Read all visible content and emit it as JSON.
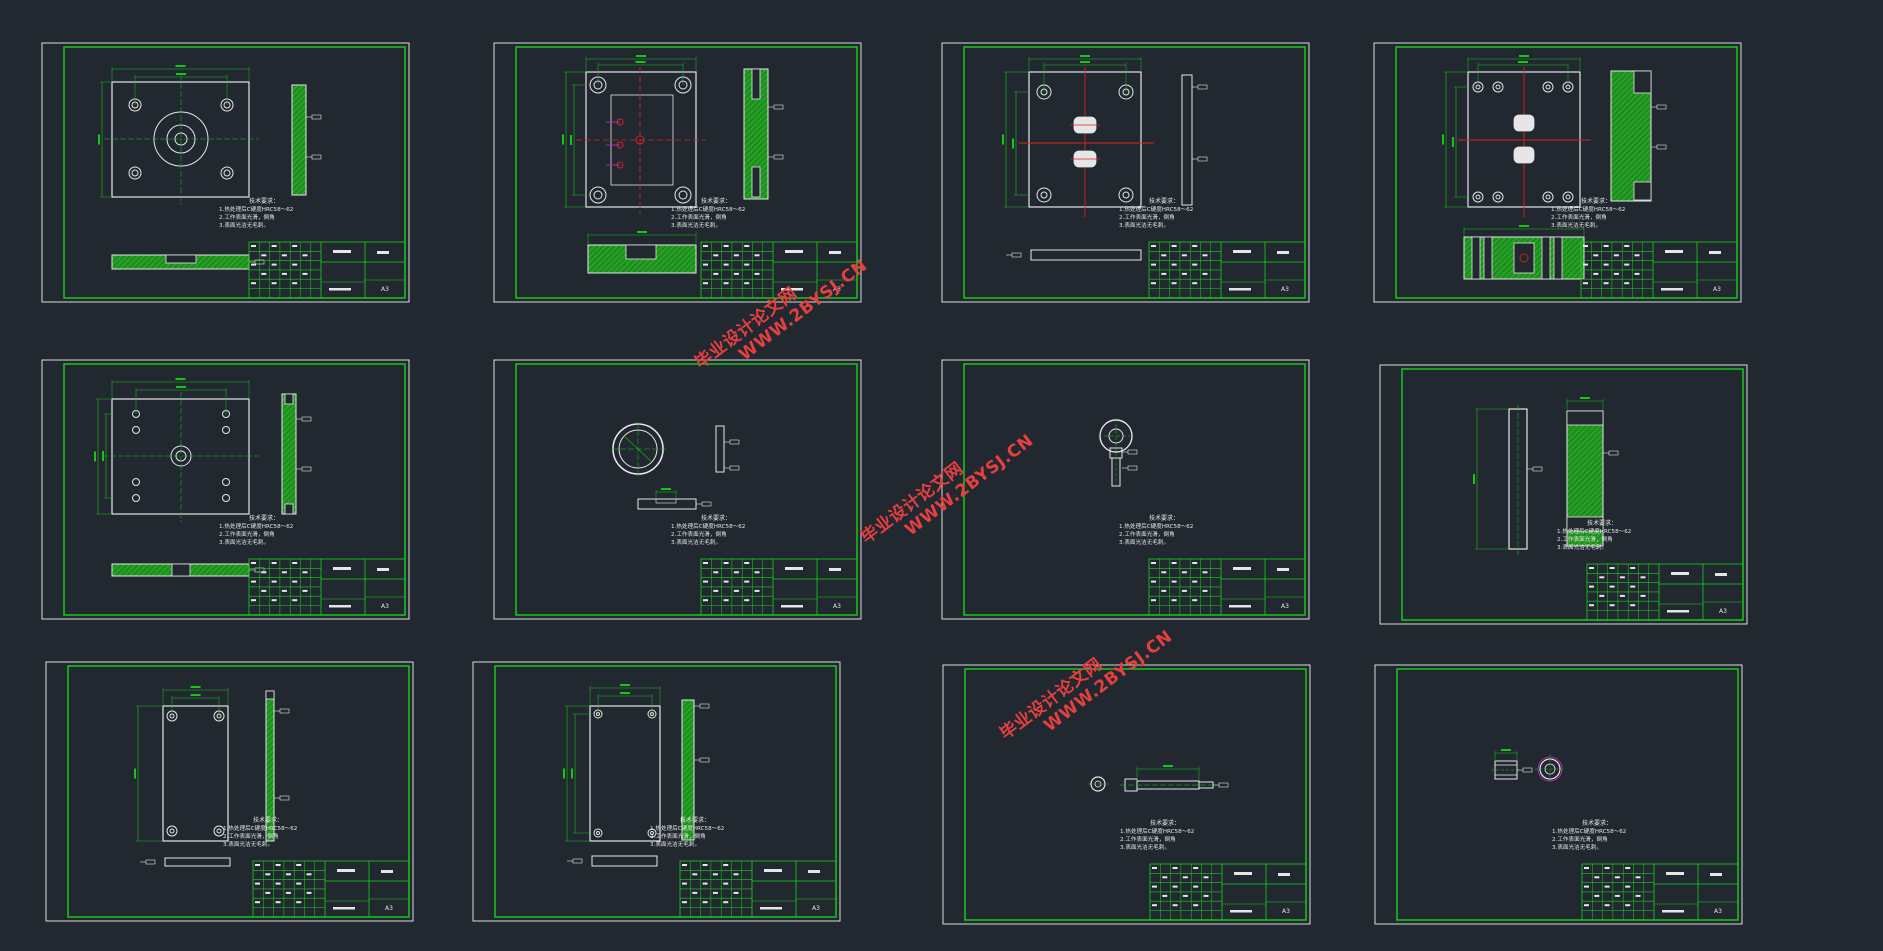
{
  "colors": {
    "background": "#212830",
    "sheet_border": "#dcdcdc",
    "frame": "#18d318",
    "text": "#e6e6e6",
    "hatch": "#1e8f1e",
    "dims": "#18c418",
    "center": "#e02020",
    "watermark": "#e53f3f",
    "magenta": "#d22ad2"
  },
  "notes": {
    "title": "技术要求：",
    "line1": "1.热处理后C硬度HRC58～62",
    "line2": "2.工作表面光滑，倒角",
    "line3": "3.表面光洁无毛刺。"
  },
  "watermarks": [
    {
      "line1": "毕业设计论文网",
      "line2": "WWW.2BYSJ.CN"
    },
    {
      "line1": "毕业设计论文网",
      "line2": "WWW.2BYSJ.CN"
    },
    {
      "line1": "毕业设计论文网",
      "line2": "WWW.2BYSJ.CN"
    }
  ],
  "sheets": [
    {
      "id": "s1",
      "kind": "plate-center-hole",
      "size_label": "A3"
    },
    {
      "id": "s2",
      "kind": "cavity-plate",
      "size_label": "A3"
    },
    {
      "id": "s3",
      "kind": "cavity-slots",
      "size_label": "A3"
    },
    {
      "id": "s4",
      "kind": "cavity-slots-wide",
      "size_label": "A3"
    },
    {
      "id": "s5",
      "kind": "clamp-plate",
      "size_label": "A3"
    },
    {
      "id": "s6",
      "kind": "locating-ring",
      "size_label": "A3"
    },
    {
      "id": "s7",
      "kind": "sprue-bushing",
      "size_label": "A3"
    },
    {
      "id": "s8",
      "kind": "spacer-block",
      "size_label": "A3"
    },
    {
      "id": "s9",
      "kind": "ejector-plate",
      "size_label": "A3"
    },
    {
      "id": "s10",
      "kind": "ejector-retainer",
      "size_label": "A3"
    },
    {
      "id": "s11",
      "kind": "ejector-pin",
      "size_label": "A3"
    },
    {
      "id": "s12",
      "kind": "return-pin",
      "size_label": "A3"
    }
  ]
}
